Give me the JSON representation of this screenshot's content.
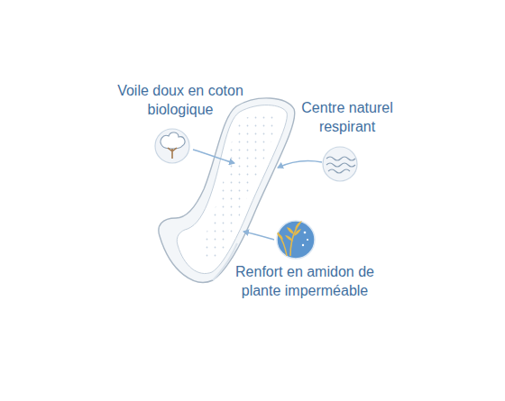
{
  "diagram": {
    "labels": [
      "Voile doux en coton biologique",
      "Centre naturel respirant",
      "Renfort en amidon de plante imperméable"
    ]
  }
}
